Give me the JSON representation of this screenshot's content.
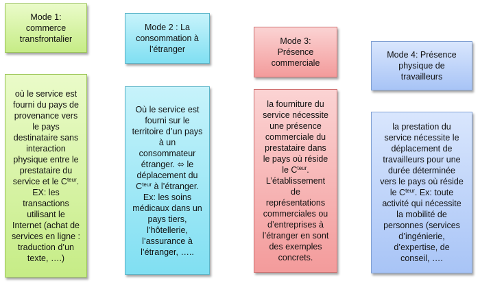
{
  "modes": [
    {
      "title_lines": [
        "Mode 1:",
        "commerce",
        "transfrontalier"
      ],
      "desc_lines": [
        "où le service est",
        "fourni du pays de",
        "provenance vers",
        "le pays",
        "destinataire sans",
        "interaction",
        "physique entre le",
        "prestataire du",
        "service et le C{teur}.",
        "EX: les",
        "transactions",
        "utilisant le",
        "Internet (achat de",
        "services en ligne :",
        "traduction d’un",
        "texte, ….)"
      ],
      "color": "#c6ec86"
    },
    {
      "title_lines": [
        "Mode 2 : La",
        "consommation à",
        "l’étranger"
      ],
      "desc_lines": [
        "Où le service est",
        "fourni sur le",
        "territoire d’un pays",
        "à un",
        "consommateur",
        "étranger. ⬄ le",
        "déplacement du",
        "C{teur} à  l’étranger.",
        "Ex: les soins",
        "médicaux dans un",
        "pays tiers,",
        "l’hôtellerie,",
        "l’assurance à",
        "l’étranger, ….."
      ],
      "color": "#80dff2"
    },
    {
      "title_lines": [
        "Mode 3:",
        "Présence",
        "commerciale"
      ],
      "desc_lines": [
        "la fourniture du",
        "service nécessite",
        "une présence",
        "commerciale du",
        "prestataire dans",
        "le pays où réside",
        "le C{teur}.",
        "L’établissement",
        "de",
        "représentations",
        "commerciales ou",
        "d’entreprises à",
        "l’étranger en sont",
        "des exemples",
        "concrets."
      ],
      "color": "#f39b9b"
    },
    {
      "title_lines": [
        "Mode 4: Présence",
        "physique de",
        "travailleurs"
      ],
      "desc_lines": [
        "la prestation du",
        "service nécessite le",
        "déplacement de",
        "travailleurs pour une",
        "durée déterminée",
        "vers le pays où réside",
        "le C{teur}. Ex: toute",
        "activité qui nécessite",
        "la mobilité de",
        "personnes (services",
        "d’ingénierie,",
        "d’expertise, de",
        "conseil, …."
      ],
      "color": "#a8c4f6"
    }
  ],
  "superscript": "teur"
}
